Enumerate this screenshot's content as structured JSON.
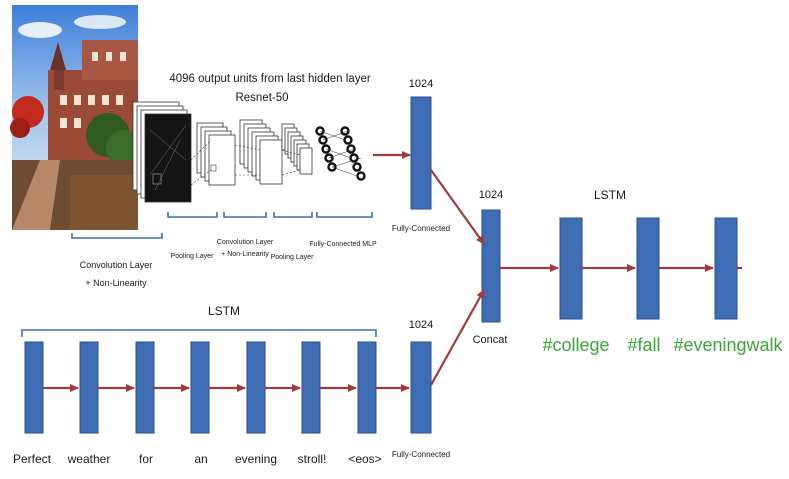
{
  "cnn": {
    "caption_line1": "4096 output  units from last hidden layer",
    "caption_line2": "Resnet-50",
    "label_conv1_line1": "Convolution Layer",
    "label_conv1_line2": "+ Non-Linearity",
    "label_pool1": "Pooling Layer",
    "label_conv2_line1": "Convolution Layer",
    "label_conv2_line2": "+ Non-Linearity",
    "label_pool2": "Pooling  Layer",
    "label_fc_mlp": "Fully-Connected MLP"
  },
  "image_branch": {
    "fc_size": "1024",
    "fc_label": "Fully-Connected"
  },
  "text_branch": {
    "lstm_label": "LSTM",
    "words": [
      "Perfect",
      "weather",
      "for",
      "an",
      "evening",
      "stroll!",
      "<eos>"
    ],
    "fc_size": "1024",
    "fc_label": "Fully-Connected"
  },
  "concat": {
    "size": "1024",
    "label": "Concat"
  },
  "decoder": {
    "lstm_label": "LSTM",
    "hashtags": [
      "#college",
      "#fall",
      "#eveningwalk"
    ],
    "hashtag_color": "#3aa63a"
  },
  "colors": {
    "block": "#3f6db3",
    "arrow": "#a23a3a"
  }
}
